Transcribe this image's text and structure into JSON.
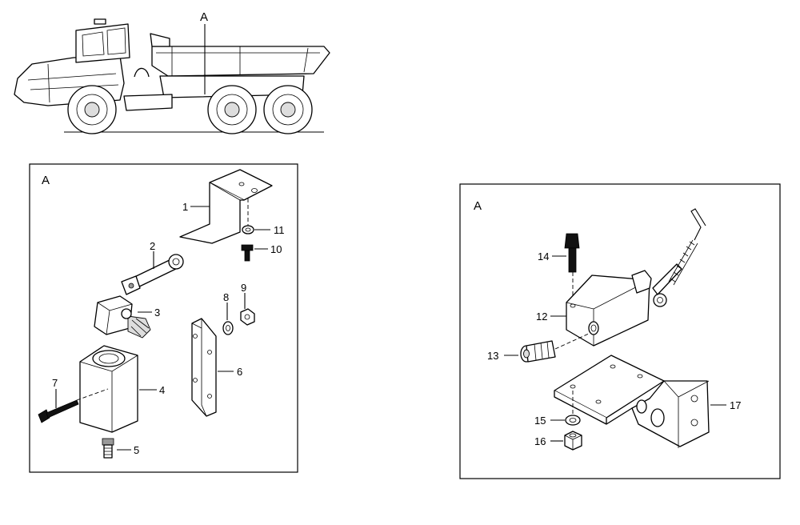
{
  "overview": {
    "label": "A"
  },
  "panel_left": {
    "label": "A",
    "callouts": [
      "1",
      "2",
      "3",
      "4",
      "5",
      "6",
      "7",
      "8",
      "9",
      "10",
      "11"
    ]
  },
  "panel_right": {
    "label": "A",
    "callouts": [
      "12",
      "13",
      "14",
      "15",
      "16",
      "17"
    ]
  }
}
